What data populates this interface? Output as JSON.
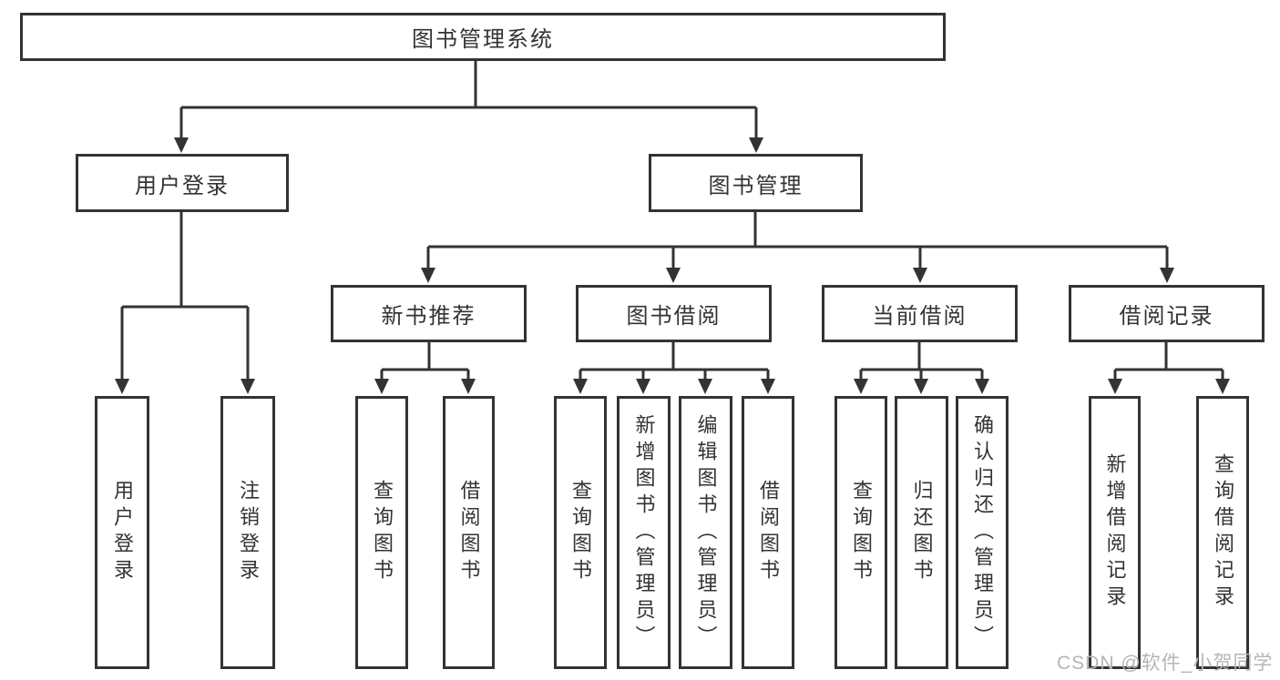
{
  "diagram": {
    "root": {
      "label": "图书管理系统"
    },
    "level2": [
      {
        "label": "用户登录"
      },
      {
        "label": "图书管理"
      }
    ],
    "level3": [
      {
        "label": "新书推荐"
      },
      {
        "label": "图书借阅"
      },
      {
        "label": "当前借阅"
      },
      {
        "label": "借阅记录"
      }
    ],
    "leaves": [
      {
        "label": "用户登录",
        "parent": "用户登录"
      },
      {
        "label": "注销登录",
        "parent": "用户登录"
      },
      {
        "label": "查询图书",
        "parent": "新书推荐"
      },
      {
        "label": "借阅图书",
        "parent": "新书推荐"
      },
      {
        "label": "查询图书",
        "parent": "图书借阅"
      },
      {
        "label": "新增图书（管理员）",
        "parent": "图书借阅"
      },
      {
        "label": "编辑图书（管理员）",
        "parent": "图书借阅"
      },
      {
        "label": "借阅图书",
        "parent": "图书借阅"
      },
      {
        "label": "查询图书",
        "parent": "当前借阅"
      },
      {
        "label": "归还图书",
        "parent": "当前借阅"
      },
      {
        "label": "确认归还（管理员）",
        "parent": "当前借阅"
      },
      {
        "label": "新增借阅记录",
        "parent": "借阅记录"
      },
      {
        "label": "查询借阅记录",
        "parent": "借阅记录"
      }
    ]
  },
  "watermark": {
    "text": "CSDN @软件_小贺同学",
    "color": "#b5b5b5"
  },
  "colors": {
    "line": "#333333",
    "text": "#333333",
    "background": "#ffffff"
  }
}
